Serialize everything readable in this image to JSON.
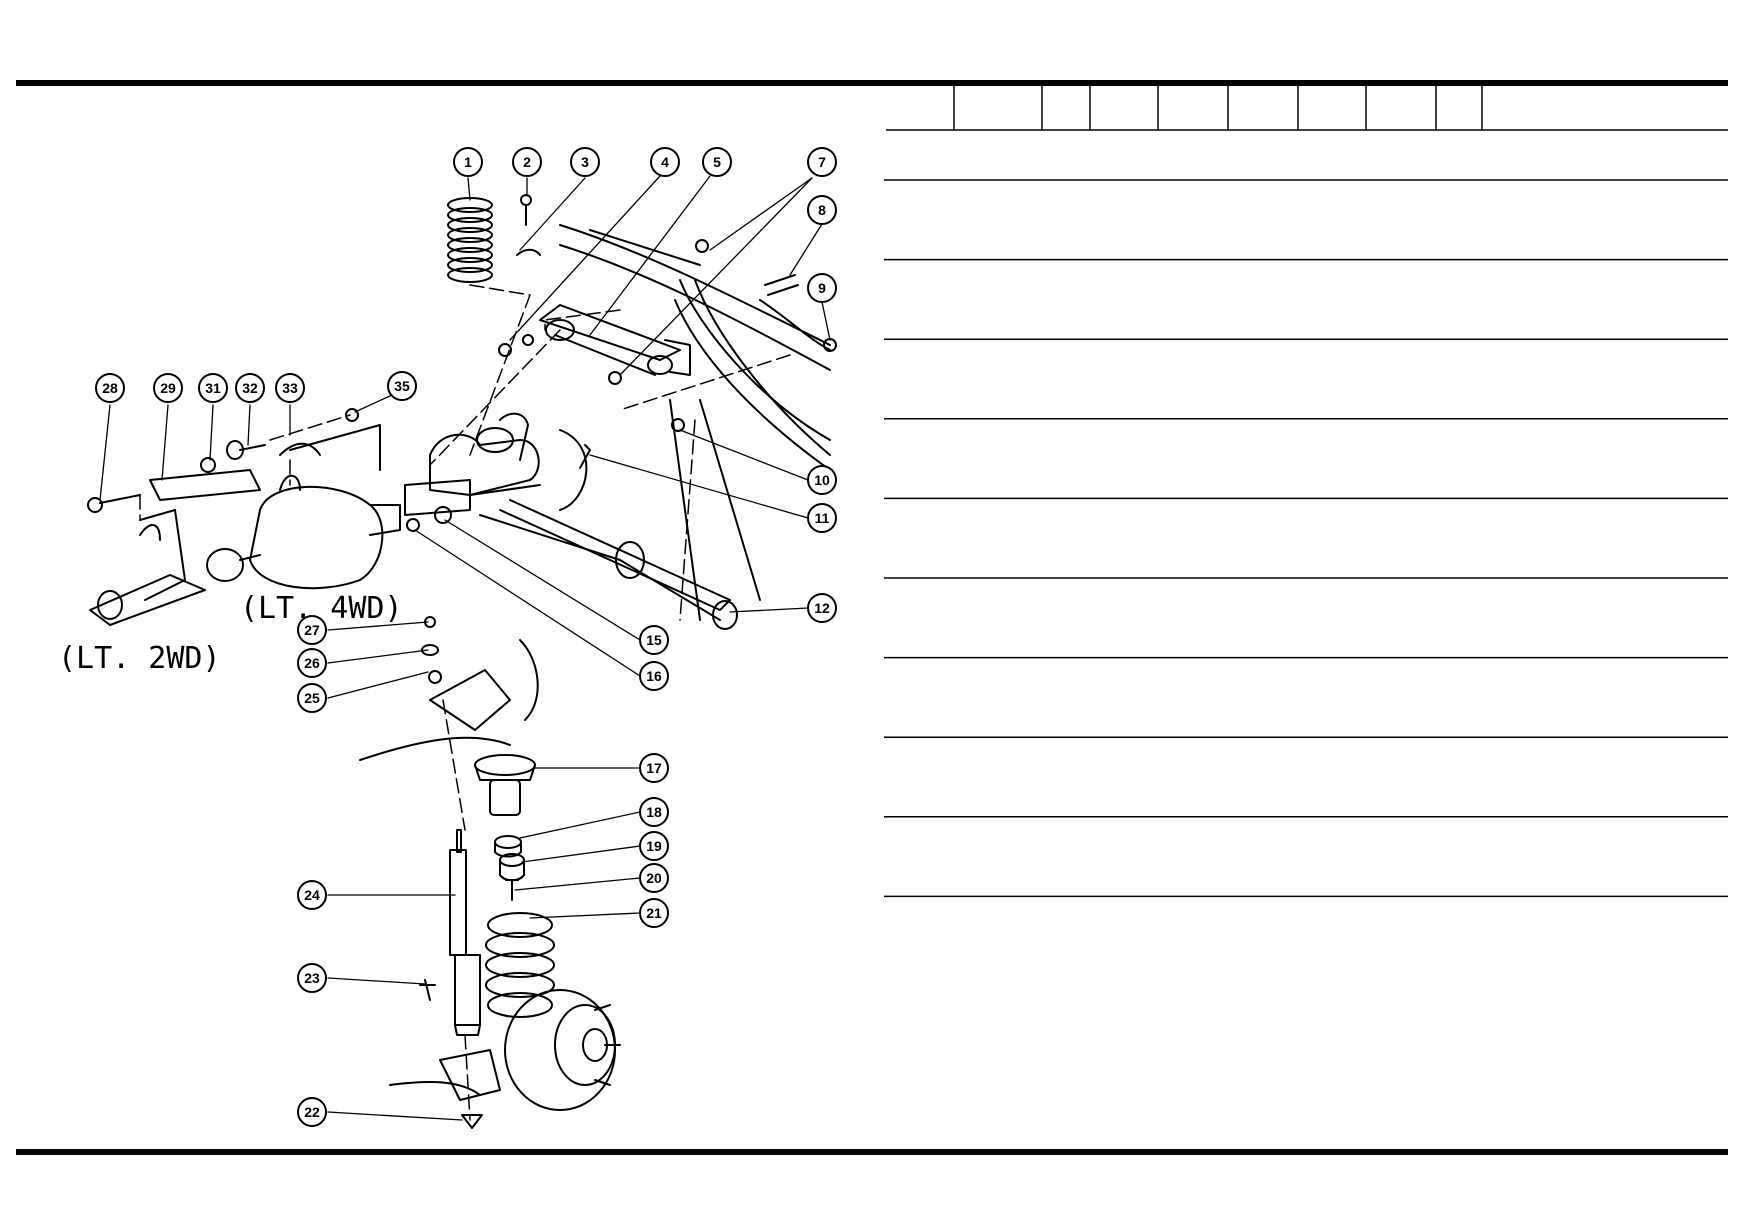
{
  "diagram": {
    "captions": {
      "lt_2wd": "(LT. 2WD)",
      "lt_4wd": "(LT. 4WD)"
    },
    "callouts": [
      "1",
      "2",
      "3",
      "4",
      "5",
      "7",
      "8",
      "9",
      "10",
      "11",
      "12",
      "15",
      "16",
      "17",
      "18",
      "19",
      "20",
      "21",
      "22",
      "23",
      "24",
      "25",
      "26",
      "27",
      "28",
      "29",
      "31",
      "32",
      "33",
      "35"
    ]
  },
  "table": {
    "header_columns": 9,
    "body_rows": 10
  },
  "colors": {
    "ink": "#000000",
    "paper": "#ffffff"
  }
}
